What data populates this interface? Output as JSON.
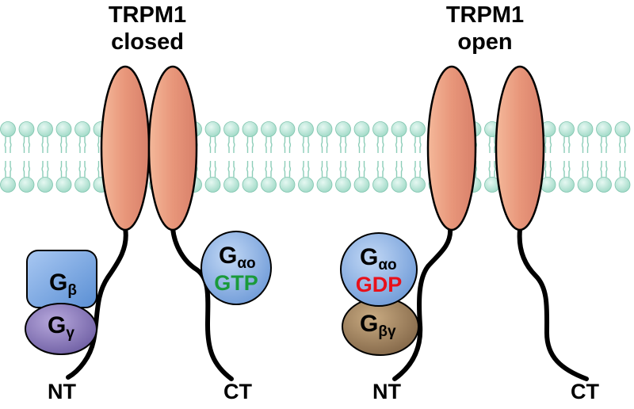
{
  "panels": [
    {
      "id": "closed",
      "title_line1": "TRPM1",
      "title_line2": "closed",
      "nt_label": "NT",
      "ct_label": "CT",
      "subunits": [
        {
          "id": "g-beta",
          "main": "G",
          "sub": "β",
          "color": "#6b9fdc"
        },
        {
          "id": "g-gamma",
          "main": "G",
          "sub": "γ",
          "color": "#8a78b8"
        },
        {
          "id": "g-alpha-o",
          "main": "G",
          "sub": "αo",
          "nucleotide": "GTP",
          "nucleotide_color": "#1a9a3a",
          "color": "#7fa8df"
        }
      ]
    },
    {
      "id": "open",
      "title_line1": "TRPM1",
      "title_line2": "open",
      "nt_label": "NT",
      "ct_label": "CT",
      "subunits": [
        {
          "id": "g-alpha-o",
          "main": "G",
          "sub": "αo",
          "nucleotide": "GDP",
          "nucleotide_color": "#e8101a",
          "color": "#7fa8df"
        },
        {
          "id": "g-beta-gamma",
          "main": "G",
          "sub": "βγ",
          "color": "#9a7d5a"
        }
      ]
    }
  ],
  "colors": {
    "channel": "#e8967a",
    "lipid_head": "#a6e0cf",
    "lipid_tail": "#8ccdb8",
    "tail": "#000000"
  }
}
